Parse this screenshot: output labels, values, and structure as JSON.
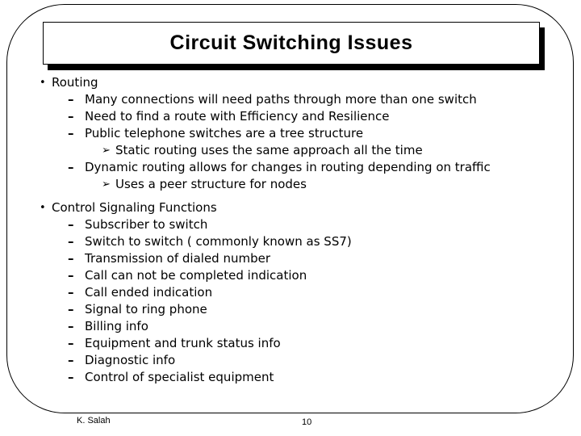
{
  "title": "Circuit Switching Issues",
  "markers": {
    "level1": "•",
    "level2": "–",
    "level3": "➢"
  },
  "colors": {
    "text": "#000000",
    "background": "#ffffff",
    "shadow": "#000000"
  },
  "content": [
    {
      "level": 1,
      "text": "Routing"
    },
    {
      "level": 2,
      "text": "Many connections will need paths through more than one switch"
    },
    {
      "level": 2,
      "text": "Need to find a route with Efficiency and Resilience"
    },
    {
      "level": 2,
      "text": "Public telephone switches are a tree structure"
    },
    {
      "level": 3,
      "text": "Static routing uses the same approach all the time"
    },
    {
      "level": 2,
      "text": "Dynamic routing allows for changes in routing depending on traffic"
    },
    {
      "level": 3,
      "text": "Uses a peer structure for nodes"
    },
    {
      "level": 1,
      "text": "Control Signaling Functions",
      "section_start": true
    },
    {
      "level": 2,
      "text": "Subscriber to switch"
    },
    {
      "level": 2,
      "text": "Switch to switch ( commonly known as SS7)"
    },
    {
      "level": 2,
      "text": "Transmission of dialed number"
    },
    {
      "level": 2,
      "text": "Call can not be completed indication"
    },
    {
      "level": 2,
      "text": "Call ended indication"
    },
    {
      "level": 2,
      "text": "Signal to ring phone"
    },
    {
      "level": 2,
      "text": "Billing info"
    },
    {
      "level": 2,
      "text": "Equipment and trunk status info"
    },
    {
      "level": 2,
      "text": "Diagnostic info"
    },
    {
      "level": 2,
      "text": "Control of specialist equipment"
    }
  ],
  "footer": {
    "author": "K. Salah",
    "page_number": "10"
  }
}
